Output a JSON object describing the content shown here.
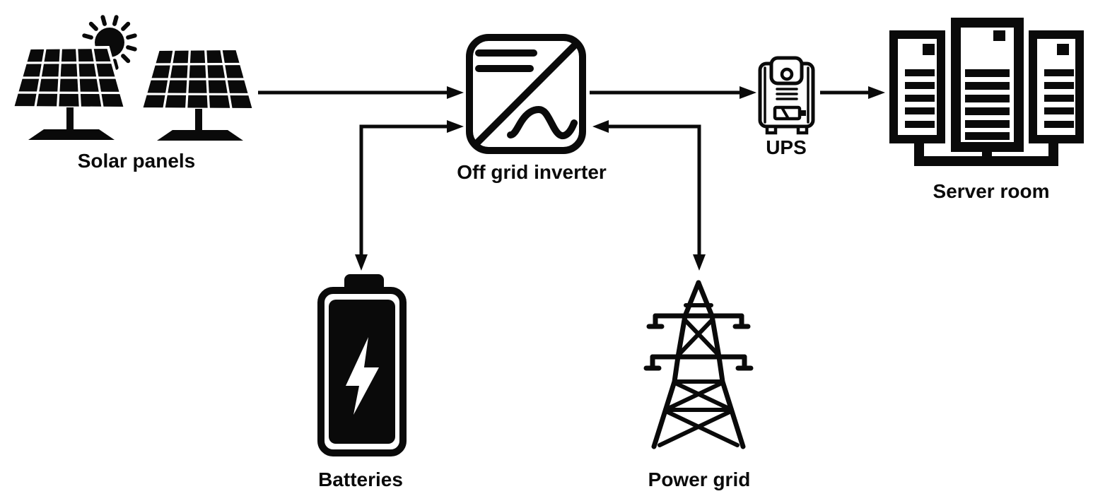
{
  "diagram": {
    "background": "#ffffff",
    "ink": "#0a0a0a",
    "nodes": {
      "solar_panels": {
        "label": "Solar panels",
        "icon": "solar-panels-icon"
      },
      "inverter": {
        "label": "Off grid inverter",
        "icon": "off-grid-inverter-icon"
      },
      "ups": {
        "label": "UPS",
        "icon": "ups-icon"
      },
      "server_room": {
        "label": "Server room",
        "icon": "server-room-icon"
      },
      "batteries": {
        "label": "Batteries",
        "icon": "batteries-icon"
      },
      "power_grid": {
        "label": "Power grid",
        "icon": "power-grid-icon"
      }
    },
    "edges": [
      {
        "from": "solar_panels",
        "to": "inverter",
        "arrows": "forward"
      },
      {
        "from": "inverter",
        "to": "ups",
        "arrows": "forward"
      },
      {
        "from": "ups",
        "to": "server_room",
        "arrows": "forward"
      },
      {
        "from": "inverter",
        "to": "batteries",
        "arrows": "both"
      },
      {
        "from": "inverter",
        "to": "power_grid",
        "arrows": "both"
      }
    ]
  }
}
